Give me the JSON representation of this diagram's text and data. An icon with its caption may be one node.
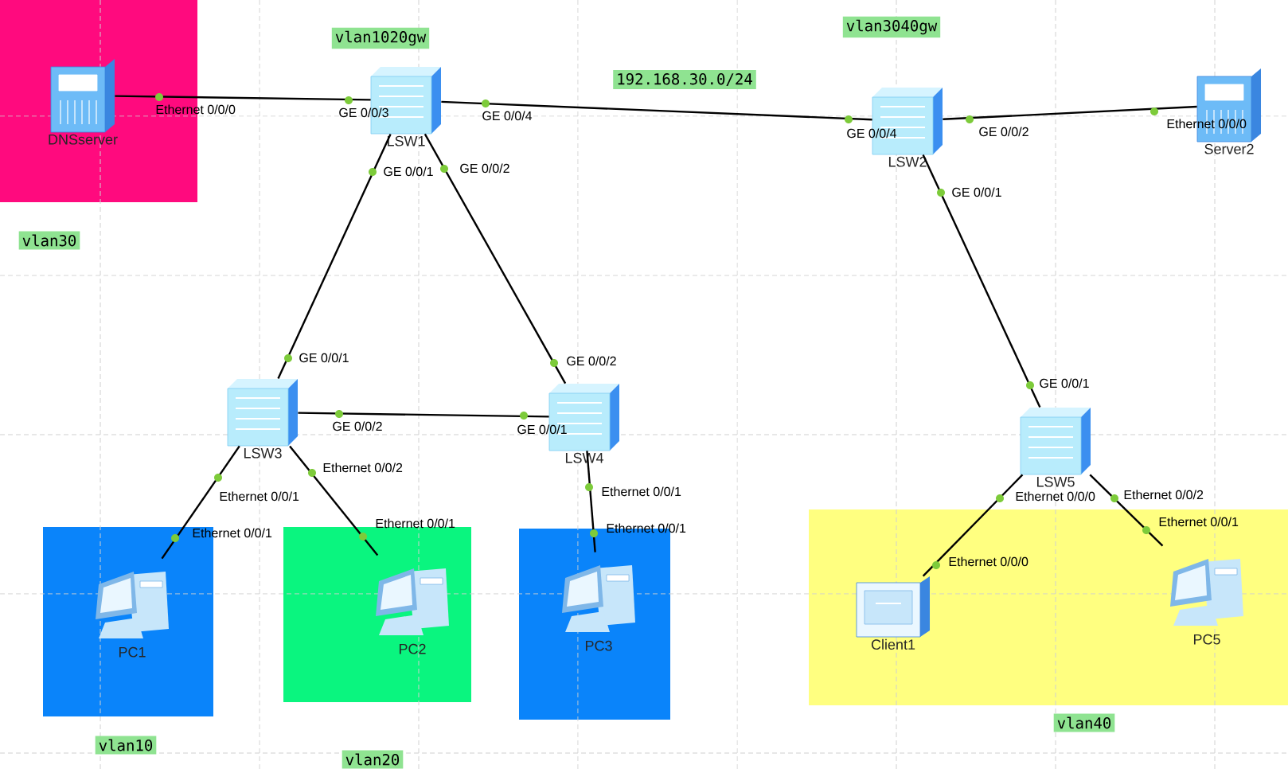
{
  "diagram": {
    "nodes": [
      {
        "text": [],
        "shape": "box"
      },
      {
        "text": [
          "DNSserver"
        ],
        "in": 0
      },
      {
        "text": [
          "LSW1"
        ]
      },
      {
        "text": [
          "LSW2"
        ]
      },
      {
        "text": [
          "Server2"
        ]
      },
      {
        "text": [
          "LSW3"
        ]
      },
      {
        "text": [
          "LSW4"
        ]
      },
      {
        "text": [
          "LSW5"
        ]
      },
      {
        "text": [],
        "shape": "box"
      },
      {
        "text": [
          "PC1"
        ],
        "in": 8,
        "beside": [
          "Ethernet 0/0/1"
        ]
      },
      {
        "text": [],
        "shape": "box"
      },
      {
        "text": [
          "PC2"
        ],
        "in": 10,
        "beside": [
          "Ethernet 0/0/1"
        ]
      },
      {
        "text": [],
        "shape": "box"
      },
      {
        "text": [
          "PC3"
        ],
        "in": 12,
        "beside": [
          "Ethernet 0/0/1"
        ]
      },
      {
        "text": [],
        "shape": "box"
      },
      {
        "text": [
          "Client1"
        ],
        "in": 14,
        "beside": [
          "Ethernet 0/0/0"
        ]
      },
      {
        "text": [
          "PC5"
        ],
        "in": 14,
        "beside": [
          "Ethernet 0/0/1"
        ]
      }
    ],
    "edges": [
      {
        "from": 1,
        "to": 2,
        "arrow": "none"
      },
      {
        "from": 2,
        "to": 3,
        "arrow": "none"
      },
      {
        "from": 3,
        "to": 4,
        "arrow": "none"
      },
      {
        "from": 2,
        "to": 5,
        "arrow": "none"
      },
      {
        "from": 2,
        "to": 6,
        "arrow": "none"
      },
      {
        "from": 3,
        "to": 7,
        "arrow": "none"
      },
      {
        "from": 5,
        "to": 6,
        "arrow": "none"
      },
      {
        "from": 5,
        "to": 9,
        "arrow": "none"
      },
      {
        "from": 5,
        "to": 11,
        "arrow": "none"
      },
      {
        "from": 6,
        "to": 13,
        "arrow": "none"
      },
      {
        "from": 7,
        "to": 15,
        "arrow": "none"
      },
      {
        "from": 7,
        "to": 16,
        "arrow": "none"
      }
    ],
    "labels": [
      "vlan3040gw",
      "vlan1020gw",
      "192.168.30.0/24",
      "Ethernet 0/0/0",
      "GE 0/0/3",
      "GE 0/0/4",
      "GE 0/0/4",
      "GE 0/0/2",
      "Ethernet 0/0/0",
      "GE 0/0/1",
      "GE 0/0/2",
      "GE 0/0/1",
      "vlan30",
      "GE 0/0/1",
      "GE 0/0/2",
      "GE 0/0/2",
      "GE 0/0/1",
      "GE 0/0/1",
      "Ethernet 0/0/1",
      "Ethernet 0/0/2",
      "Ethernet 0/0/1",
      "Ethernet 0/0/0",
      "Ethernet 0/0/2",
      "vlan40",
      "vlan10",
      "vlan20"
    ]
  }
}
